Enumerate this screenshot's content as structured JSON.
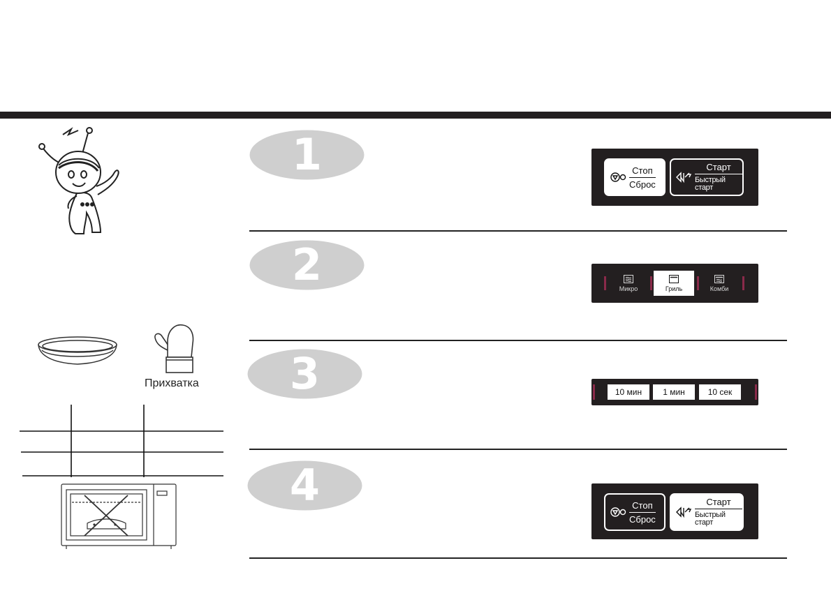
{
  "accessories": {
    "mitt_label": "Прихватка"
  },
  "steps": [
    {
      "number": "1"
    },
    {
      "number": "2"
    },
    {
      "number": "3"
    },
    {
      "number": "4"
    }
  ],
  "panel_stop_start": {
    "stop_top": "Стоп",
    "stop_bottom": "Сброс",
    "start_top": "Старт",
    "start_bottom": "Быстрый старт"
  },
  "modes": [
    {
      "label": "Микро",
      "icon": "micro-wave-icon"
    },
    {
      "label": "Гриль",
      "icon": "grill-icon",
      "active": true
    },
    {
      "label": "Комби",
      "icon": "combi-icon"
    }
  ],
  "time_buttons": [
    {
      "label": "10 мин"
    },
    {
      "label": "1 мин"
    },
    {
      "label": "10 сек"
    }
  ],
  "colors": {
    "panel": "#231f20",
    "oval": "#cfcfcf",
    "accent_tick": "#8a2a4a"
  }
}
